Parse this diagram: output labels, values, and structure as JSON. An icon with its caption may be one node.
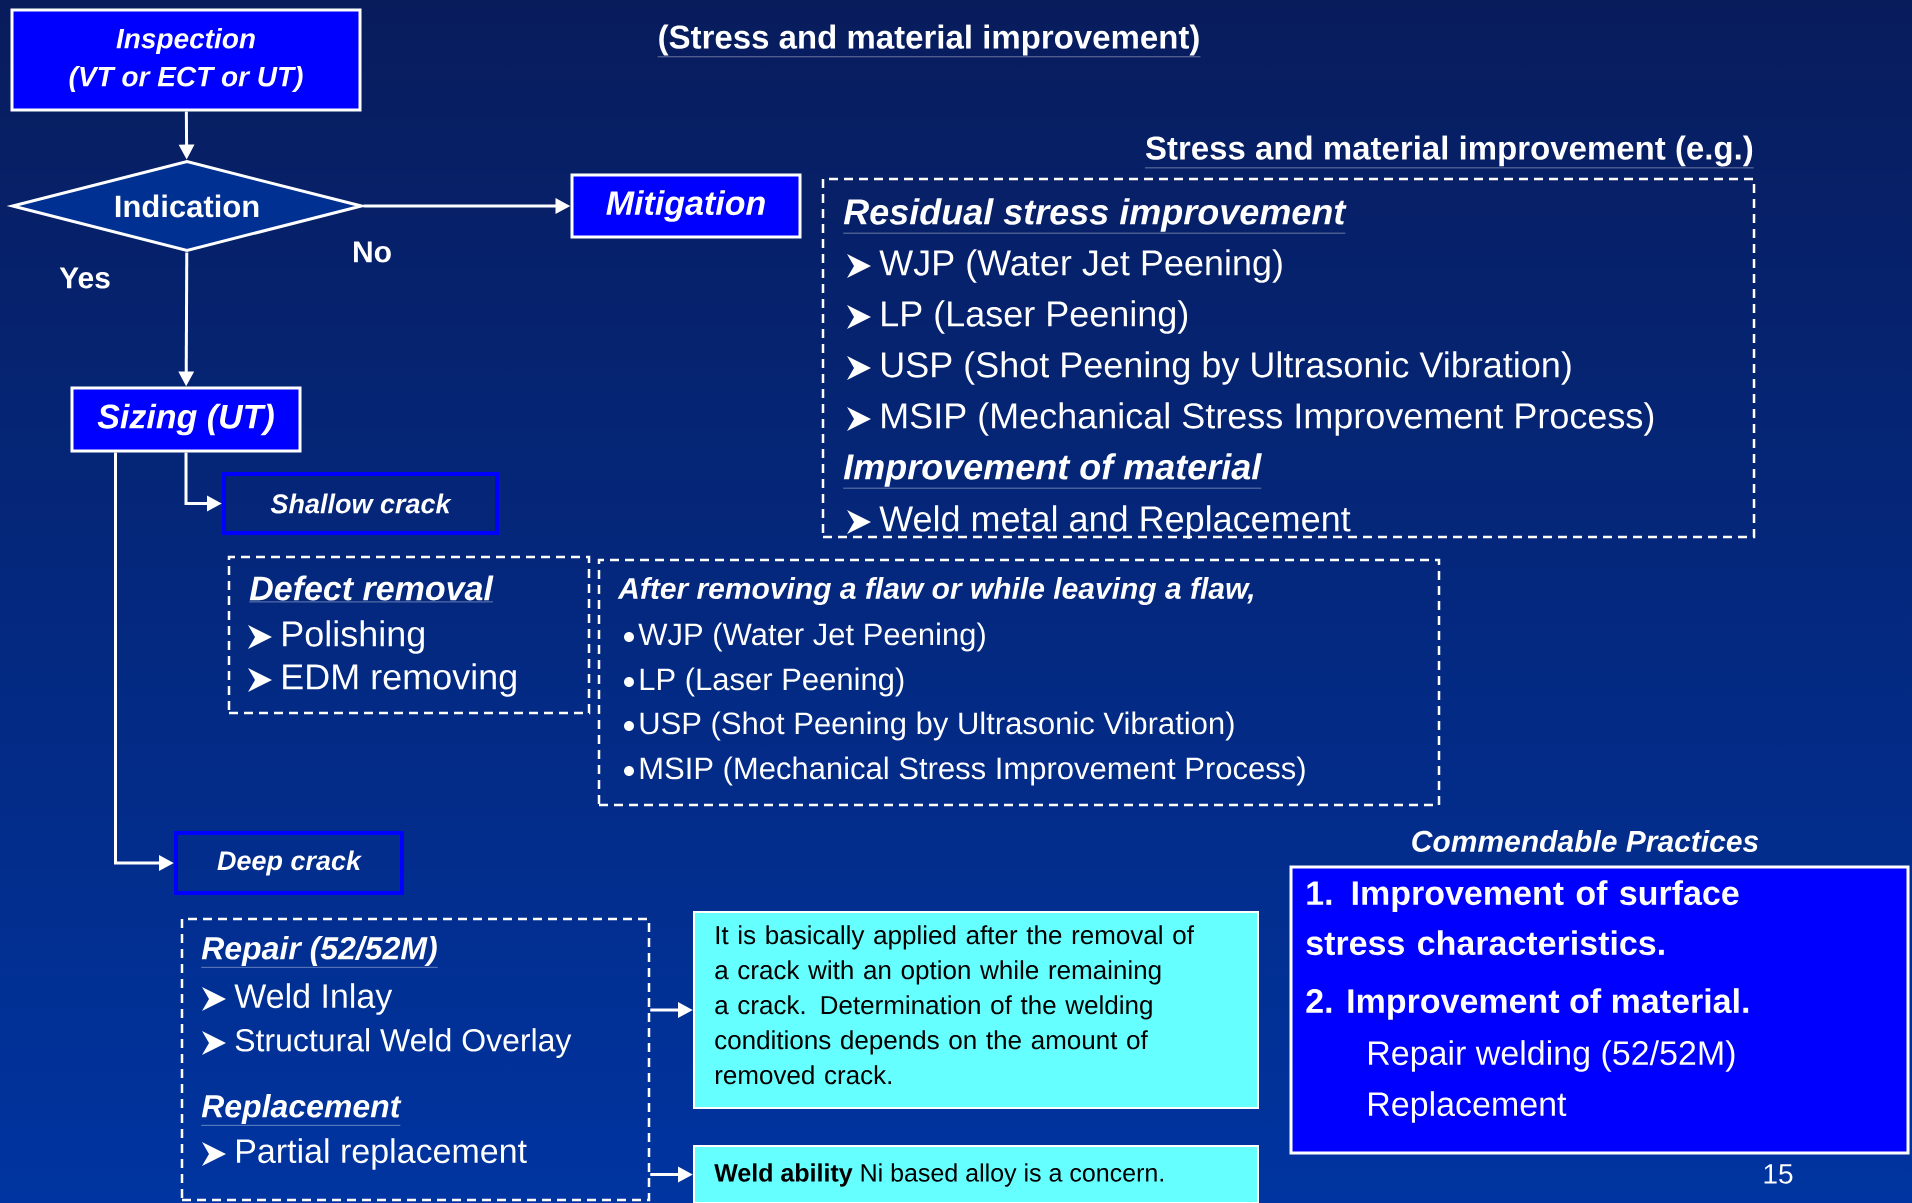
{
  "diagram": {
    "title": "(Stress and material improvement)",
    "nodes": [
      {
        "text": [
          "Inspection",
          "(VT or ECT or UT)"
        ]
      },
      {
        "text": [
          "Indication"
        ]
      },
      {
        "text": [
          "Mitigation"
        ]
      },
      {
        "text": [
          "Sizing (UT)"
        ]
      },
      {
        "text": [
          "Shallow crack"
        ]
      },
      {
        "text": [
          "Defect removal",
          "Polishing",
          "EDM removing"
        ]
      },
      {
        "text": [
          "After removing a flaw or while leaving a flaw,",
          "WJP (Water Jet Peening)",
          "LP (Laser Peening)",
          "USP (Shot Peening by Ultrasonic Vibration)",
          "MSIP (Mechanical Stress Improvement Process)"
        ]
      },
      {
        "text": [
          "Deep crack"
        ]
      },
      {
        "text": [
          "Repair (52/52M)",
          "Weld Inlay",
          "Structural Weld Overlay",
          "Replacement",
          "Partial replacement"
        ]
      },
      {
        "text": [
          "It is basically applied after the removal of a crack with an option while remaining a crack. Determination of the welding conditions depends on the amount of removed crack."
        ]
      },
      {
        "text": [
          "**Weld ability** Ni based alloy is a concern."
        ]
      },
      {
        "text": [
          "Stress and material improvement (e.g.)",
          "Residual stress improvement",
          "WJP (Water Jet Peening)",
          "LP (Laser Peening)",
          "USP (Shot Peening by Ultrasonic Vibration)",
          "MSIP (Mechanical Stress Improvement Process)",
          "Improvement of material",
          "Weld metal and Replacement"
        ]
      },
      {
        "text": [
          "Commendable Practices",
          "1. Improvement of surface stress characteristics.",
          "2. Improvement of material.",
          "Repair welding (52/52M)",
          "Replacement"
        ]
      }
    ],
    "edges": [
      {
        "from": 0,
        "to": 1,
        "arrow": "to"
      },
      {
        "from": 1,
        "to": 2,
        "arrow": "to",
        "label": "No"
      },
      {
        "from": 1,
        "to": 3,
        "arrow": "to",
        "label": "Yes"
      },
      {
        "from": 3,
        "to": 4,
        "arrow": "to"
      },
      {
        "from": 3,
        "to": 7,
        "arrow": "to"
      },
      {
        "from": 8,
        "to": 9,
        "arrow": "to"
      },
      {
        "from": 8,
        "to": 10,
        "arrow": "to"
      }
    ],
    "labels": [
      "15"
    ]
  }
}
